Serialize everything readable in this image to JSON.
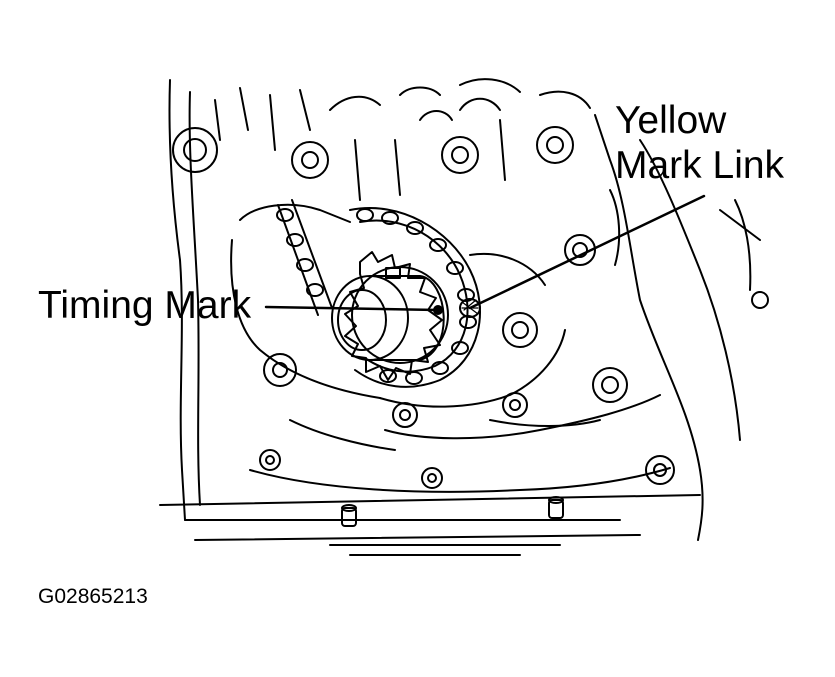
{
  "labels": {
    "yellow_line1": "Yellow",
    "yellow_line2": "Mark Link",
    "timing": "Timing Mark"
  },
  "figure_id": "G02865213"
}
